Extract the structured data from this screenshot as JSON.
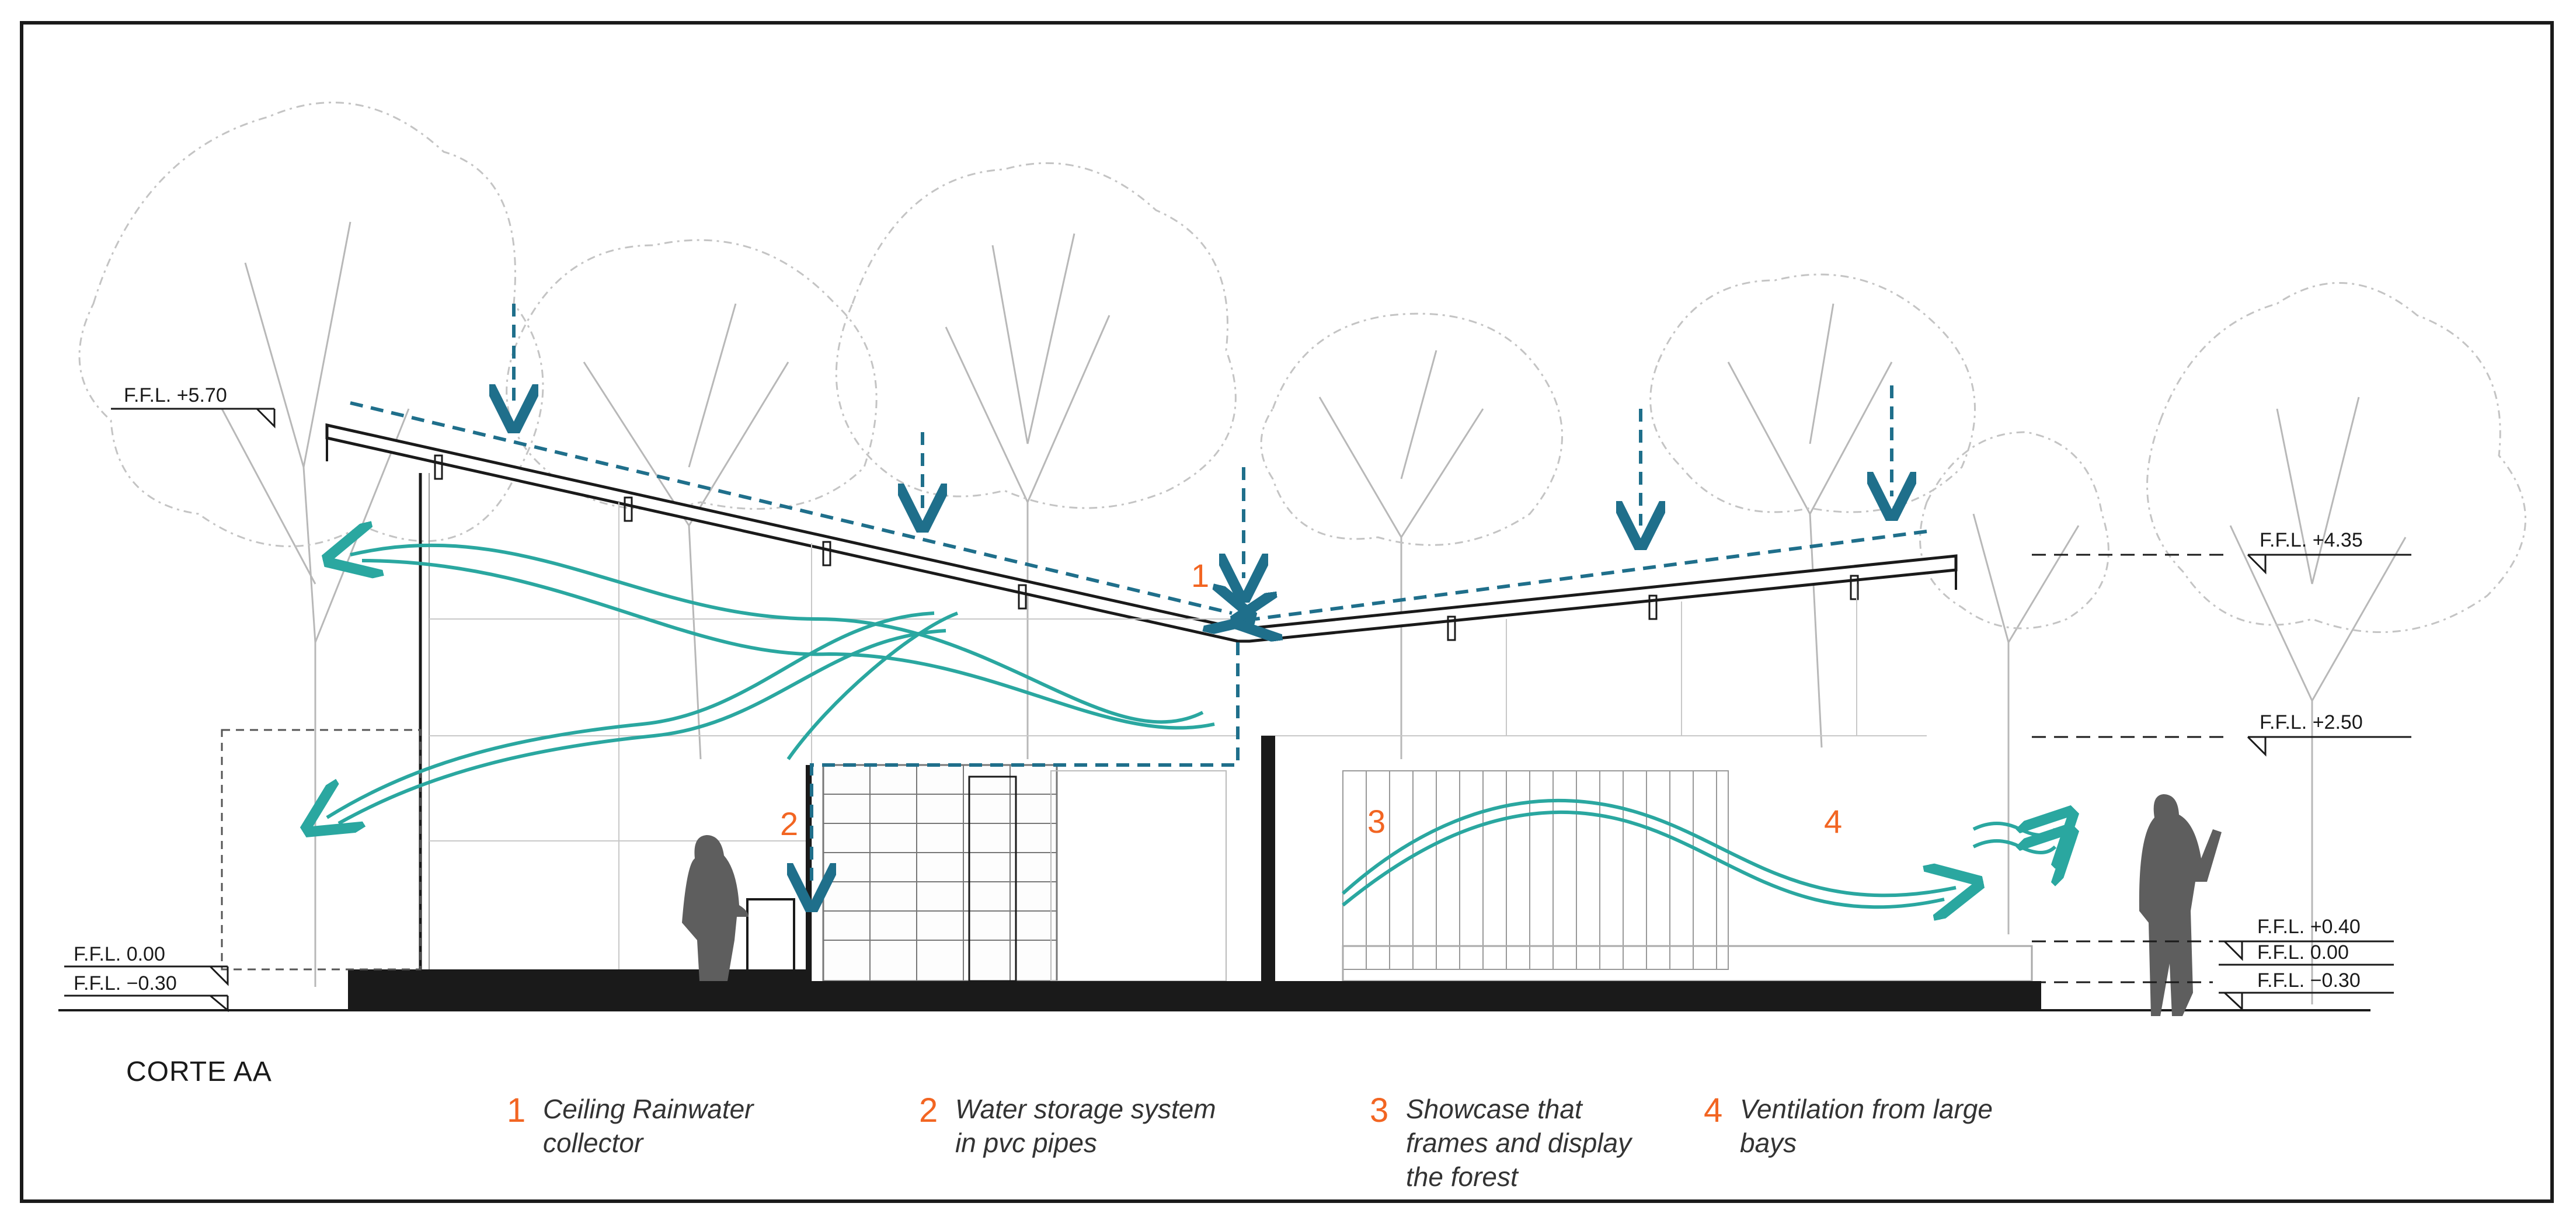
{
  "section_title": "CORTE AA",
  "levels": {
    "left_top": "F.F.L. +5.70",
    "left_mid": "F.F.L. 0.00",
    "left_low": "F.F.L. −0.30",
    "right_top": "F.F.L. +4.35",
    "right_upper": "F.F.L. +2.50",
    "right_mid": "F.F.L. +0.40",
    "right_zero": "F.F.L. 0.00",
    "right_low": "F.F.L. −0.30"
  },
  "markers": [
    "1",
    "2",
    "3",
    "4"
  ],
  "legend": [
    {
      "num": "1",
      "text": "Ceiling Rainwater\ncollector"
    },
    {
      "num": "2",
      "text": "Water storage system\nin pvc pipes"
    },
    {
      "num": "3",
      "text": "Showcase that\nframes and display\nthe forest"
    },
    {
      "num": "4",
      "text": "Ventilation from large\nbays"
    }
  ],
  "colors": {
    "rain_arrows": "#1f6f8b",
    "air_flow": "#2aa7a0",
    "markers": "#f26522",
    "structure": "#1a1a1a",
    "trees": "#b8b8b8",
    "people": "#5e5e5e"
  }
}
